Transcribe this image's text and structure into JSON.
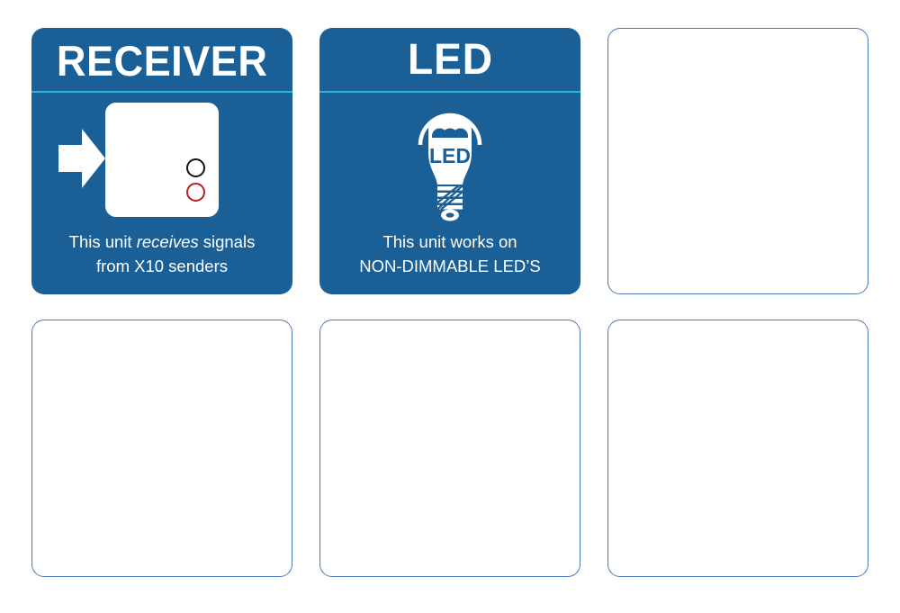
{
  "theme": {
    "card_blue": "#1a5f96",
    "divider_cyan": "#25b3e0",
    "empty_border": "#4a7db5",
    "white": "#ffffff",
    "indicator_black": "#111111",
    "indicator_red": "#b61f22"
  },
  "cards": [
    {
      "id": "receiver",
      "title": "RECEIVER",
      "icon": "receiver-unit-icon",
      "caption_line1_pre": "This unit ",
      "caption_line1_em": "receives",
      "caption_line1_post": " signals",
      "caption_line2": "from X10 senders"
    },
    {
      "id": "led",
      "title": "LED",
      "icon": "led-bulb-icon",
      "bulb_label": "LED",
      "caption_line1": "This unit works on",
      "caption_line2": "NON-DIMMABLE LED’S"
    },
    {
      "id": "placeholder-1",
      "title": "",
      "icon": ""
    },
    {
      "id": "placeholder-2",
      "title": "",
      "icon": ""
    },
    {
      "id": "placeholder-3",
      "title": "",
      "icon": ""
    },
    {
      "id": "placeholder-4",
      "title": "",
      "icon": ""
    }
  ]
}
